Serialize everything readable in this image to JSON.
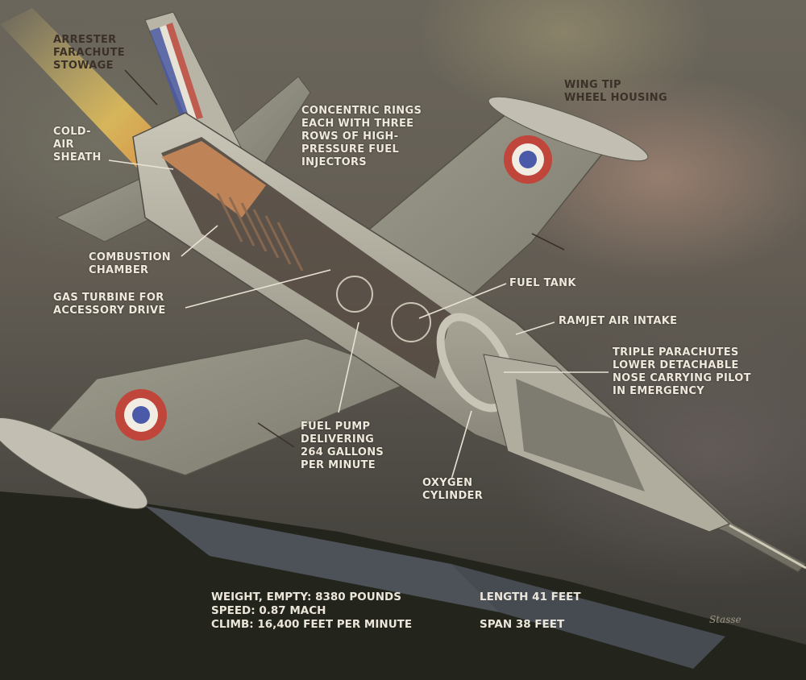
{
  "figure": {
    "subject": "Ramjet aircraft cutaway illustration",
    "colors": {
      "sky": "#625c53",
      "ground": "#2a2b22",
      "fuselage": "#a9a596",
      "label_light": "#efe9dc",
      "label_dark": "#3c3128",
      "cockade_red": "#c0453a",
      "cockade_white": "#f2ede2",
      "cockade_blue": "#4a5aa8",
      "exhaust": "#e8c25a"
    }
  },
  "labels": {
    "arrester_parachute": "ARRESTER\nFARACHUTE\nSTOWAGE",
    "cold_air_sheath": "COLD-\nAIR\nSHEATH",
    "concentric_rings": "CONCENTRIC RINGS\nEACH WITH THREE\nROWS OF HIGH-\nPRESSURE FUEL\nINJECTORS",
    "wing_tip_wheel": "WING TIP\nWHEEL HOUSING",
    "combustion_chamber": "COMBUSTION\nCHAMBER",
    "gas_turbine": "GAS TURBINE FOR\nACCESSORY DRIVE",
    "fuel_tank": "FUEL TANK",
    "ramjet_intake": "RAMJET AIR INTAKE",
    "triple_parachutes": "TRIPLE PARACHUTES\nLOWER DETACHABLE\nNOSE CARRYING PILOT\nIN EMERGENCY",
    "fuel_pump": "FUEL PUMP\nDELIVERING\n264 GALLONS\nPER MINUTE",
    "oxygen_cylinder": "OXYGEN\nCYLINDER"
  },
  "specs": {
    "weight": "WEIGHT, EMPTY: 8380 POUNDS",
    "speed": "SPEED: 0.87 MACH",
    "climb": "CLIMB: 16,400 FEET PER MINUTE",
    "length": "LENGTH 41 FEET",
    "span": "SPAN 38 FEET"
  },
  "signature": "Stasse"
}
